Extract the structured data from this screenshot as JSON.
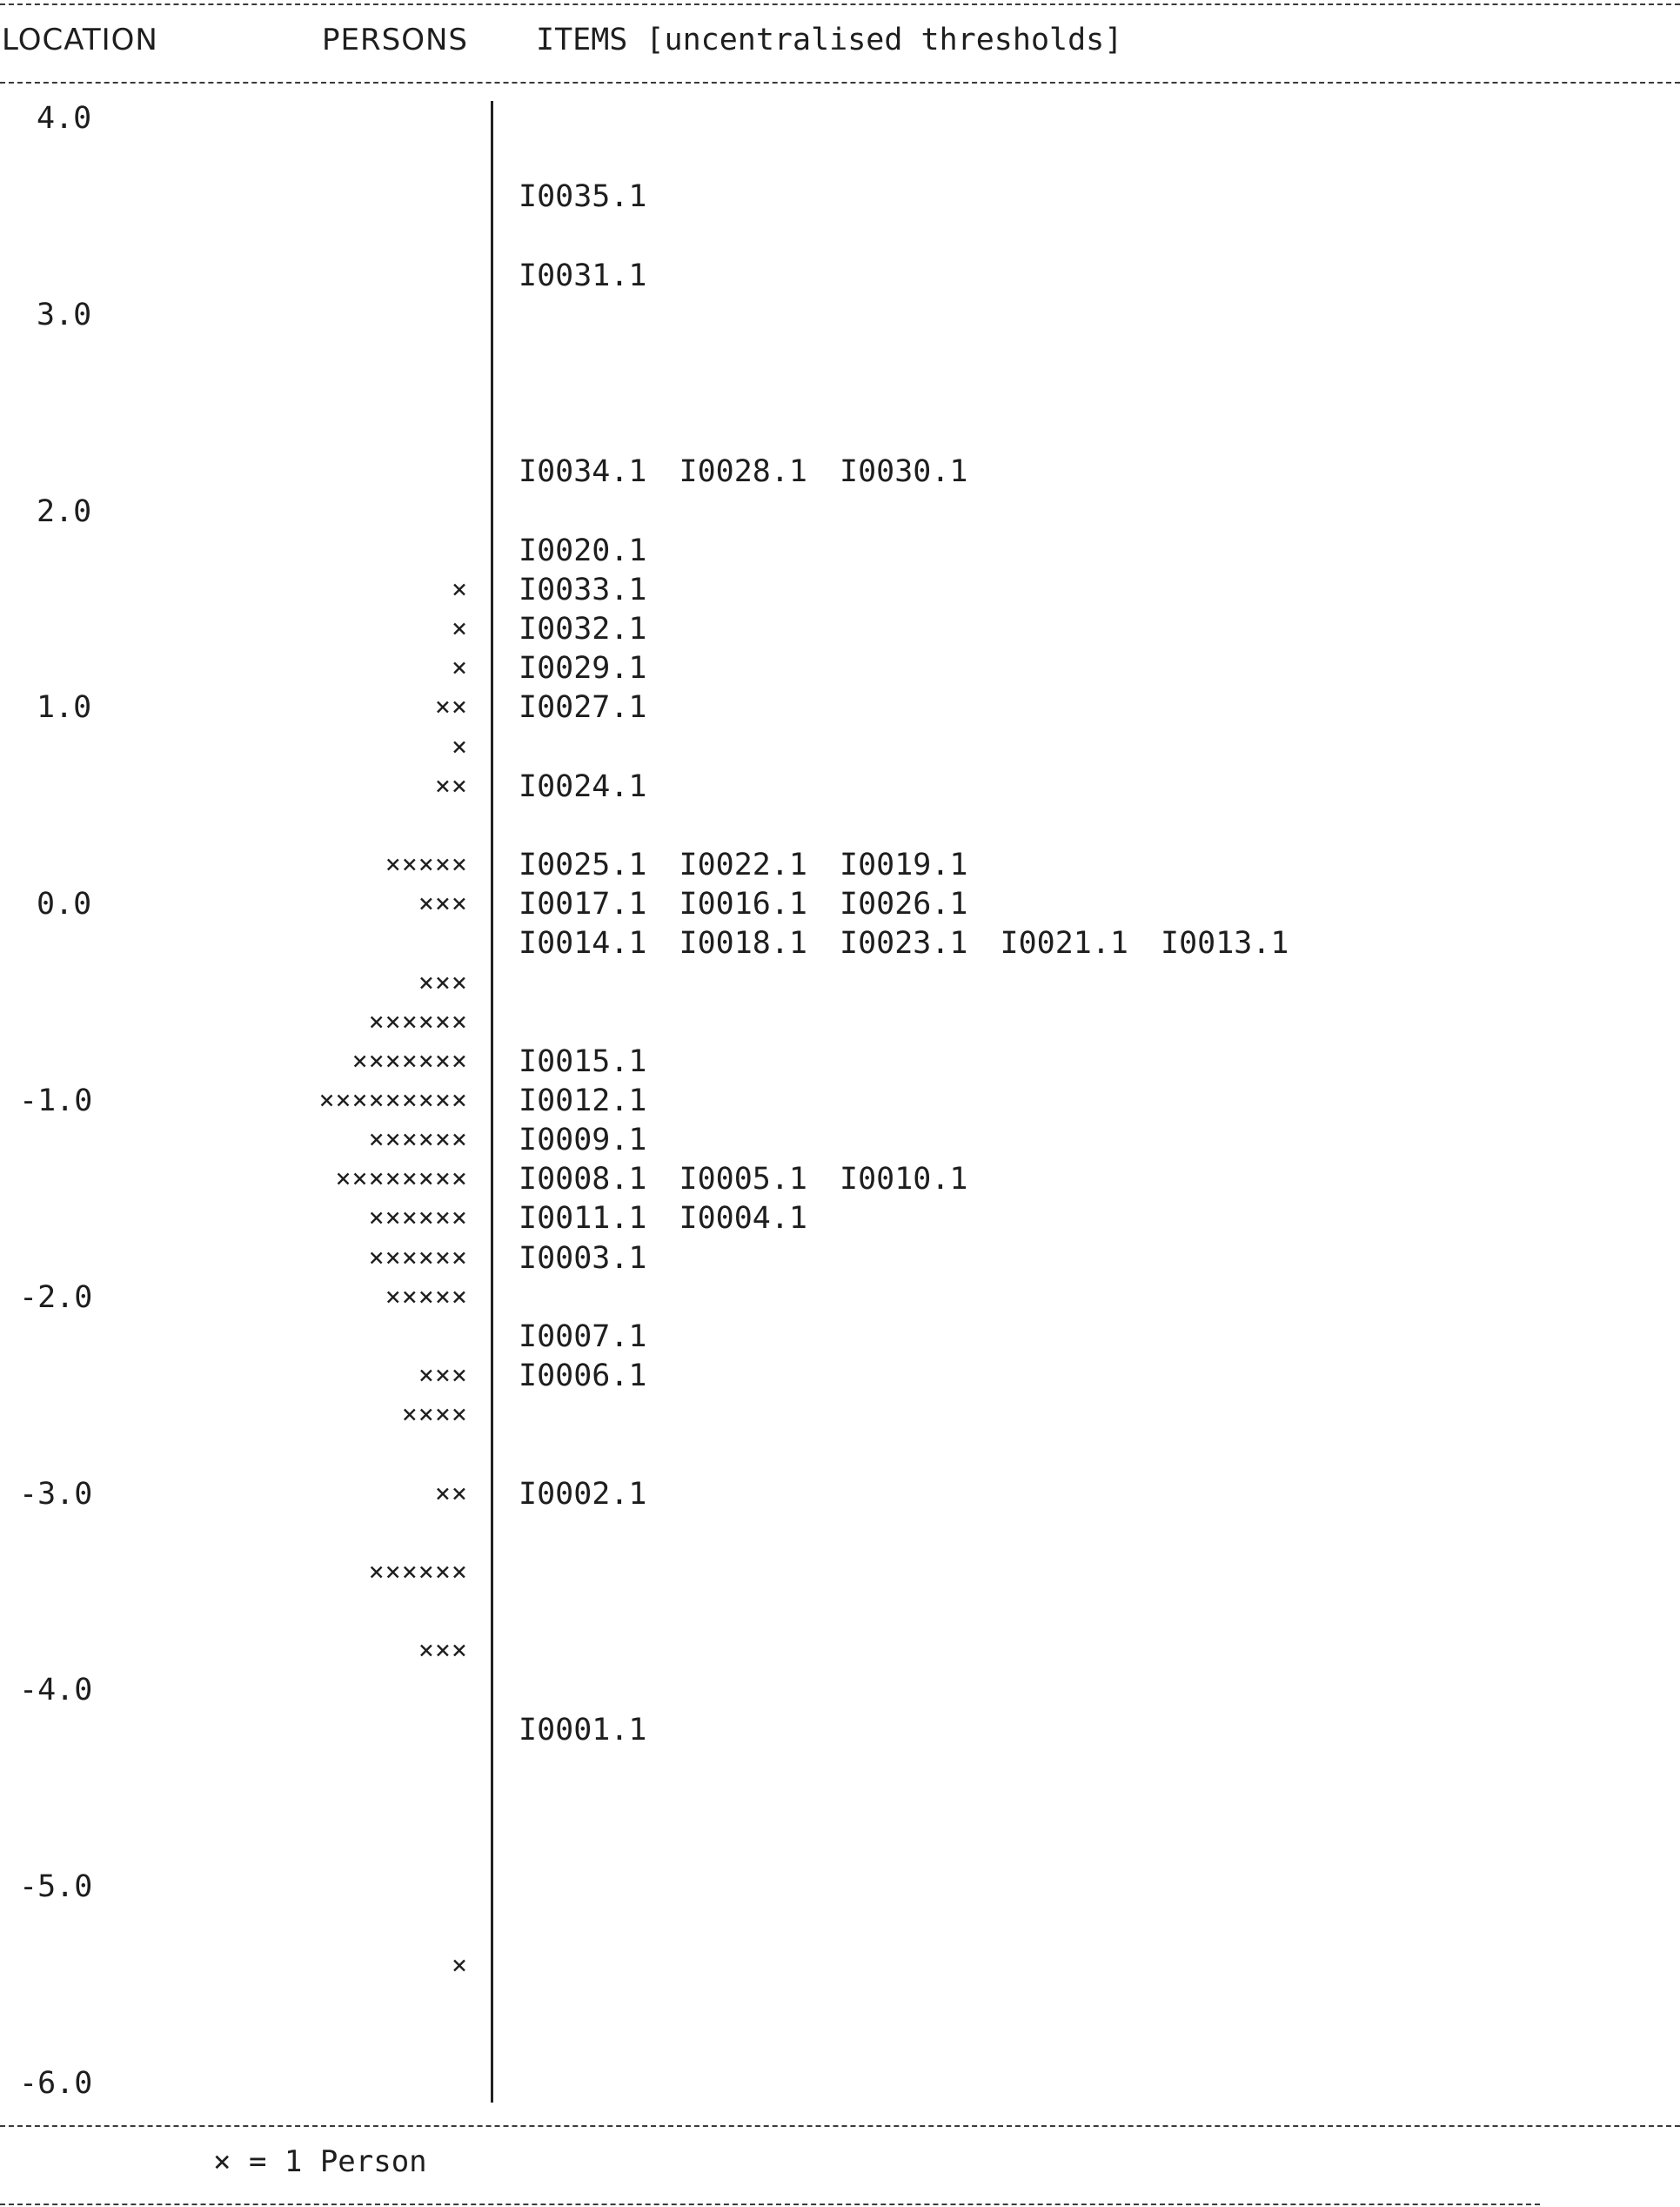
{
  "header": {
    "location_label": "LOCATION",
    "persons_label": "PERSONS",
    "items_label": "ITEMS [uncentralised thresholds]"
  },
  "legend": {
    "text": "× = 1 Person"
  },
  "chart_data": {
    "type": "table",
    "title": "",
    "axis_label": "LOCATION",
    "ylim": [
      -6.0,
      4.0
    ],
    "tick_labels": [
      "4.0",
      "3.0",
      "2.0",
      "1.0",
      "0.0",
      "-1.0",
      "-2.0",
      "-3.0",
      "-4.0",
      "-5.0",
      "-6.0"
    ],
    "person_symbol": "×",
    "rows": [
      {
        "location": 4.0,
        "persons": 0,
        "items": []
      },
      {
        "location": 3.8,
        "persons": 0,
        "items": []
      },
      {
        "location": 3.6,
        "persons": 0,
        "items": [
          "I0035.1"
        ]
      },
      {
        "location": 3.4,
        "persons": 0,
        "items": []
      },
      {
        "location": 3.2,
        "persons": 0,
        "items": [
          "I0031.1"
        ]
      },
      {
        "location": 3.0,
        "persons": 0,
        "items": []
      },
      {
        "location": 2.8,
        "persons": 0,
        "items": []
      },
      {
        "location": 2.6,
        "persons": 0,
        "items": []
      },
      {
        "location": 2.4,
        "persons": 0,
        "items": []
      },
      {
        "location": 2.2,
        "persons": 0,
        "items": [
          "I0034.1",
          "I0028.1",
          "I0030.1"
        ]
      },
      {
        "location": 2.0,
        "persons": 0,
        "items": []
      },
      {
        "location": 1.8,
        "persons": 0,
        "items": [
          "I0020.1"
        ]
      },
      {
        "location": 1.6,
        "persons": 1,
        "items": [
          "I0033.1"
        ]
      },
      {
        "location": 1.4,
        "persons": 1,
        "items": [
          "I0032.1"
        ]
      },
      {
        "location": 1.2,
        "persons": 1,
        "items": [
          "I0029.1"
        ]
      },
      {
        "location": 1.0,
        "persons": 2,
        "items": [
          "I0027.1"
        ]
      },
      {
        "location": 0.8,
        "persons": 1,
        "items": []
      },
      {
        "location": 0.6,
        "persons": 2,
        "items": [
          "I0024.1"
        ]
      },
      {
        "location": 0.4,
        "persons": 0,
        "items": []
      },
      {
        "location": 0.2,
        "persons": 5,
        "items": [
          "I0025.1",
          "I0022.1",
          "I0019.1"
        ]
      },
      {
        "location": 0.0,
        "persons": 3,
        "items": [
          "I0017.1",
          "I0016.1",
          "I0026.1"
        ]
      },
      {
        "location": -0.2,
        "persons": 0,
        "items": [
          "I0014.1",
          "I0018.1",
          "I0023.1",
          "I0021.1",
          "I0013.1"
        ]
      },
      {
        "location": -0.4,
        "persons": 3,
        "items": []
      },
      {
        "location": -0.6,
        "persons": 6,
        "items": []
      },
      {
        "location": -0.8,
        "persons": 7,
        "items": [
          "I0015.1"
        ]
      },
      {
        "location": -1.0,
        "persons": 9,
        "items": [
          "I0012.1"
        ]
      },
      {
        "location": -1.2,
        "persons": 6,
        "items": [
          "I0009.1"
        ]
      },
      {
        "location": -1.4,
        "persons": 8,
        "items": [
          "I0008.1",
          "I0005.1",
          "I0010.1"
        ]
      },
      {
        "location": -1.6,
        "persons": 6,
        "items": [
          "I0011.1",
          "I0004.1"
        ]
      },
      {
        "location": -1.8,
        "persons": 6,
        "items": [
          "I0003.1"
        ]
      },
      {
        "location": -2.0,
        "persons": 5,
        "items": []
      },
      {
        "location": -2.2,
        "persons": 0,
        "items": [
          "I0007.1"
        ]
      },
      {
        "location": -2.4,
        "persons": 3,
        "items": [
          "I0006.1"
        ]
      },
      {
        "location": -2.6,
        "persons": 4,
        "items": []
      },
      {
        "location": -2.8,
        "persons": 0,
        "items": []
      },
      {
        "location": -3.0,
        "persons": 2,
        "items": [
          "I0002.1"
        ]
      },
      {
        "location": -3.2,
        "persons": 0,
        "items": []
      },
      {
        "location": -3.4,
        "persons": 6,
        "items": []
      },
      {
        "location": -3.6,
        "persons": 0,
        "items": []
      },
      {
        "location": -3.8,
        "persons": 3,
        "items": []
      },
      {
        "location": -4.0,
        "persons": 0,
        "items": []
      },
      {
        "location": -4.2,
        "persons": 0,
        "items": [
          "I0001.1"
        ]
      },
      {
        "location": -4.4,
        "persons": 0,
        "items": []
      },
      {
        "location": -4.6,
        "persons": 0,
        "items": []
      },
      {
        "location": -4.8,
        "persons": 0,
        "items": []
      },
      {
        "location": -5.0,
        "persons": 0,
        "items": []
      },
      {
        "location": -5.2,
        "persons": 0,
        "items": []
      },
      {
        "location": -5.4,
        "persons": 1,
        "items": []
      },
      {
        "location": -5.6,
        "persons": 0,
        "items": []
      },
      {
        "location": -5.8,
        "persons": 0,
        "items": []
      },
      {
        "location": -6.0,
        "persons": 0,
        "items": []
      }
    ]
  }
}
